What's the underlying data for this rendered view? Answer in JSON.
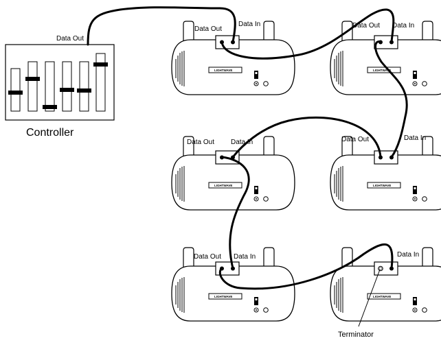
{
  "controller": {
    "label": "Controller",
    "port_label": "Data Out"
  },
  "fixtures": [
    {
      "out_label": "Data Out",
      "in_label": "Data In",
      "badge": "LIGHTWAVE"
    },
    {
      "out_label": "Data Out",
      "in_label": "Data In",
      "badge": "LIGHTWAVE"
    },
    {
      "out_label": "Data Out",
      "in_label": "Data In",
      "badge": "LIGHTWAVE"
    },
    {
      "out_label": "Data Out",
      "in_label": "Data In",
      "badge": "LIGHTWAVE"
    },
    {
      "out_label": "Data Out",
      "in_label": "Data In",
      "badge": "LIGHTWAVE"
    },
    {
      "out_label": "",
      "in_label": "Data In",
      "badge": "LIGHTWAVE"
    }
  ],
  "terminator_label": "Terminator",
  "colors": {
    "line": "#000000",
    "background": "#ffffff"
  }
}
